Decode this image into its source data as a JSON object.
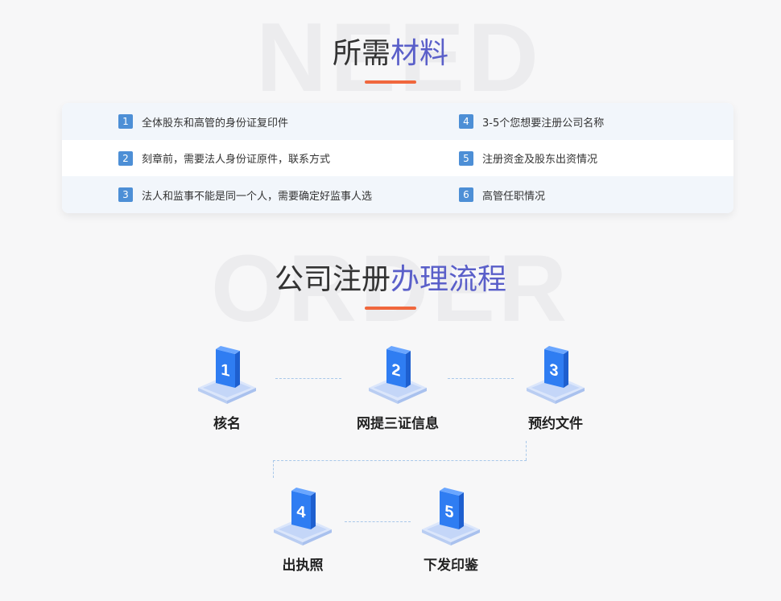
{
  "watermarks": {
    "top": "NEED",
    "middle": "ORDER"
  },
  "materials_section": {
    "title_plain": "所需",
    "title_accent": "材料",
    "items": [
      {
        "num": "1",
        "text": "全体股东和高管的身份证复印件"
      },
      {
        "num": "4",
        "text": "3-5个您想要注册公司名称"
      },
      {
        "num": "2",
        "text": "刻章前，需要法人身份证原件，联系方式"
      },
      {
        "num": "5",
        "text": "注册资金及股东出资情况"
      },
      {
        "num": "3",
        "text": "法人和监事不能是同一个人，需要确定好监事人选"
      },
      {
        "num": "6",
        "text": "高管任职情况"
      }
    ]
  },
  "process_section": {
    "title_plain": "公司注册",
    "title_accent": "办理流程",
    "steps": [
      {
        "num": "1",
        "label": "核名",
        "icon": "step-1-cube-icon"
      },
      {
        "num": "2",
        "label": "网提三证信息",
        "icon": "step-2-cube-icon"
      },
      {
        "num": "3",
        "label": "预约文件",
        "icon": "step-3-cube-icon"
      },
      {
        "num": "4",
        "label": "出执照",
        "icon": "step-4-cube-icon"
      },
      {
        "num": "5",
        "label": "下发印鉴",
        "icon": "step-5-cube-icon"
      }
    ]
  },
  "colors": {
    "accent_purple": "#5a5fc9",
    "underline_orange": "#f0673d",
    "number_badge_blue": "#4d8fd6",
    "icon_blue": "#2f7df2",
    "row_shade": "#f2f6fb"
  }
}
